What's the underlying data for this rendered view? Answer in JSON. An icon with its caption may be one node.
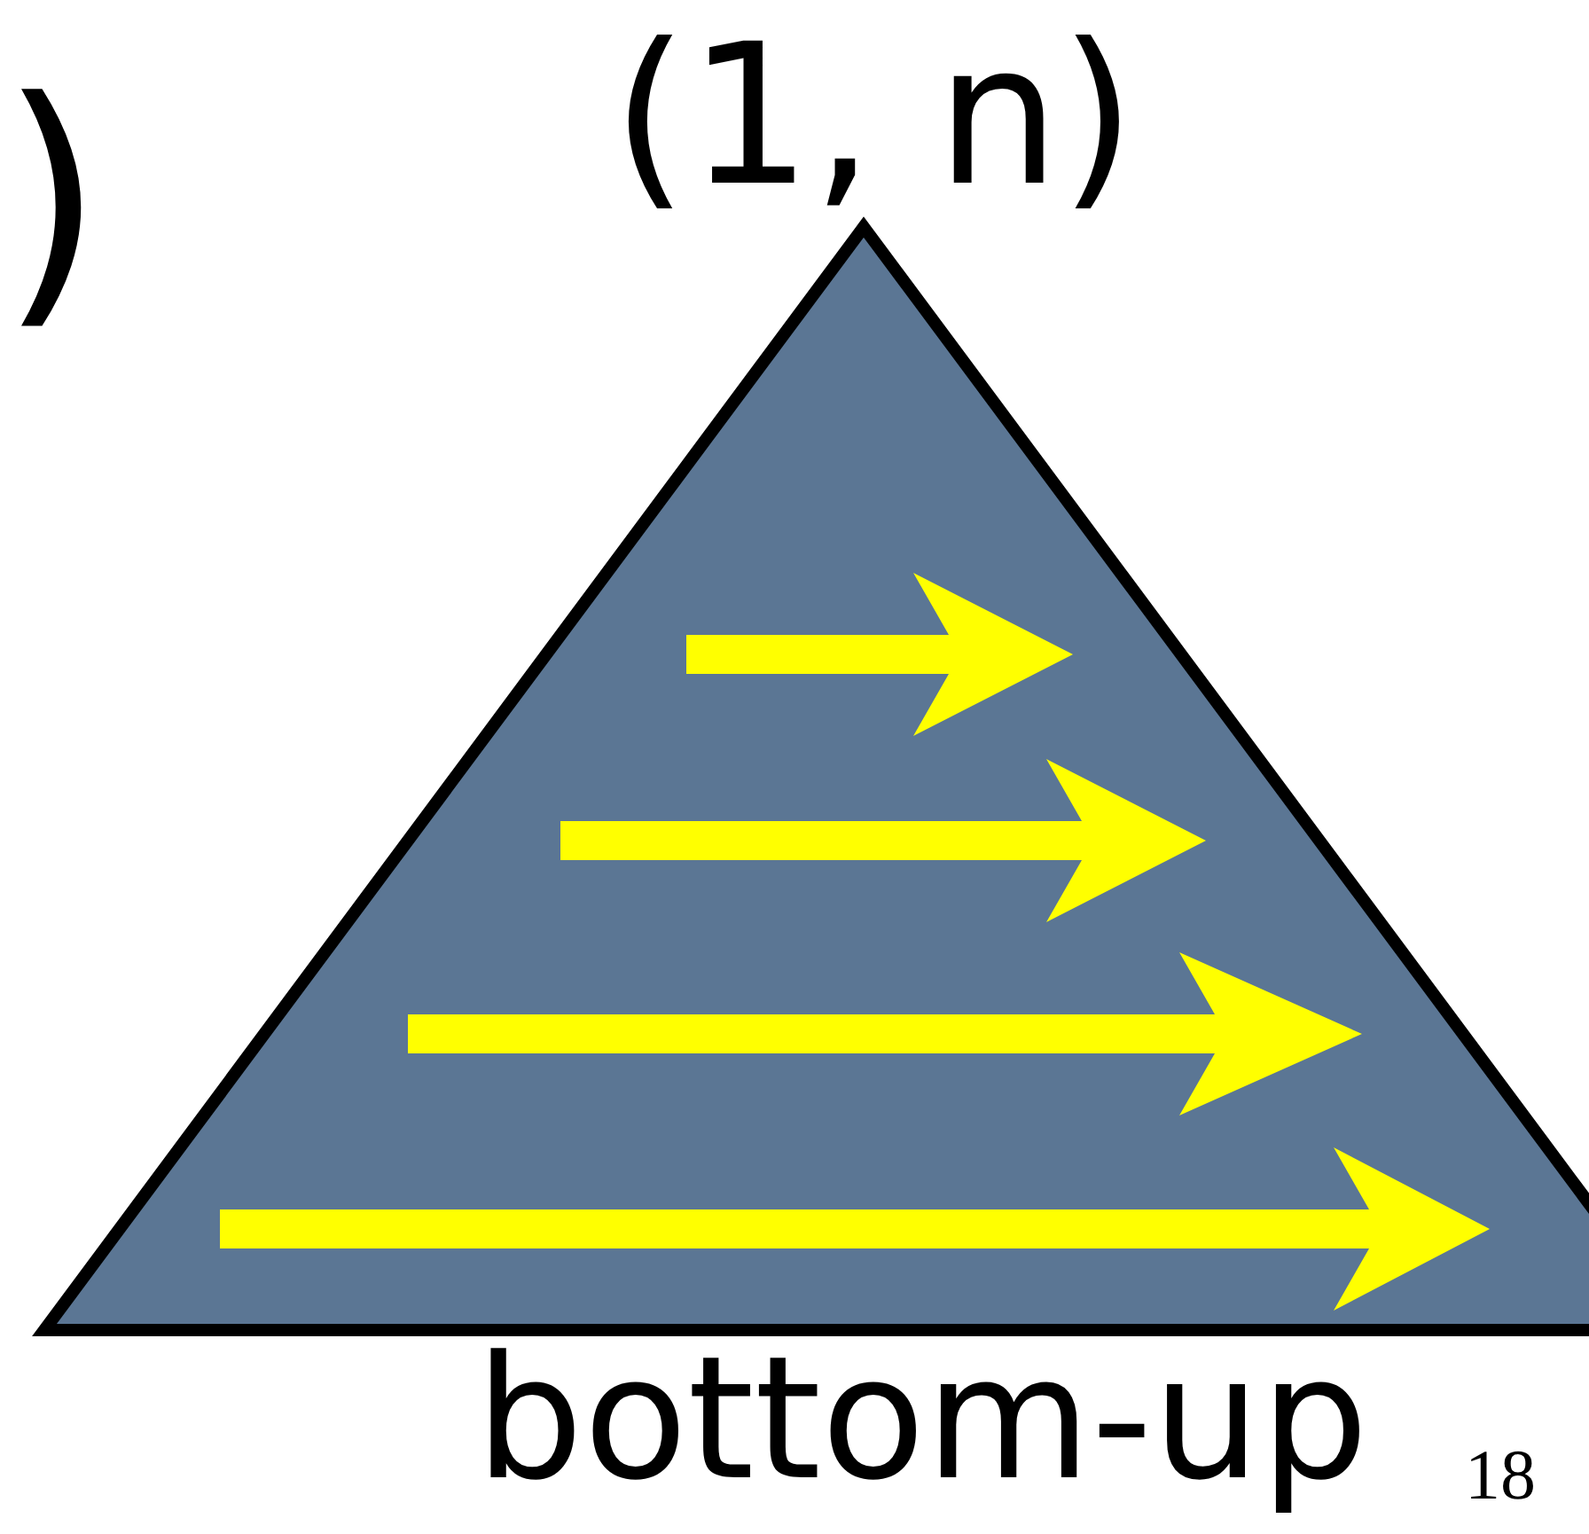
{
  "diagram": {
    "nodes": [
      {
        "text": [],
        "shape": "triangle"
      }
    ],
    "labels": [
      ")",
      "(1, n)",
      "bottom-up",
      "18"
    ]
  }
}
